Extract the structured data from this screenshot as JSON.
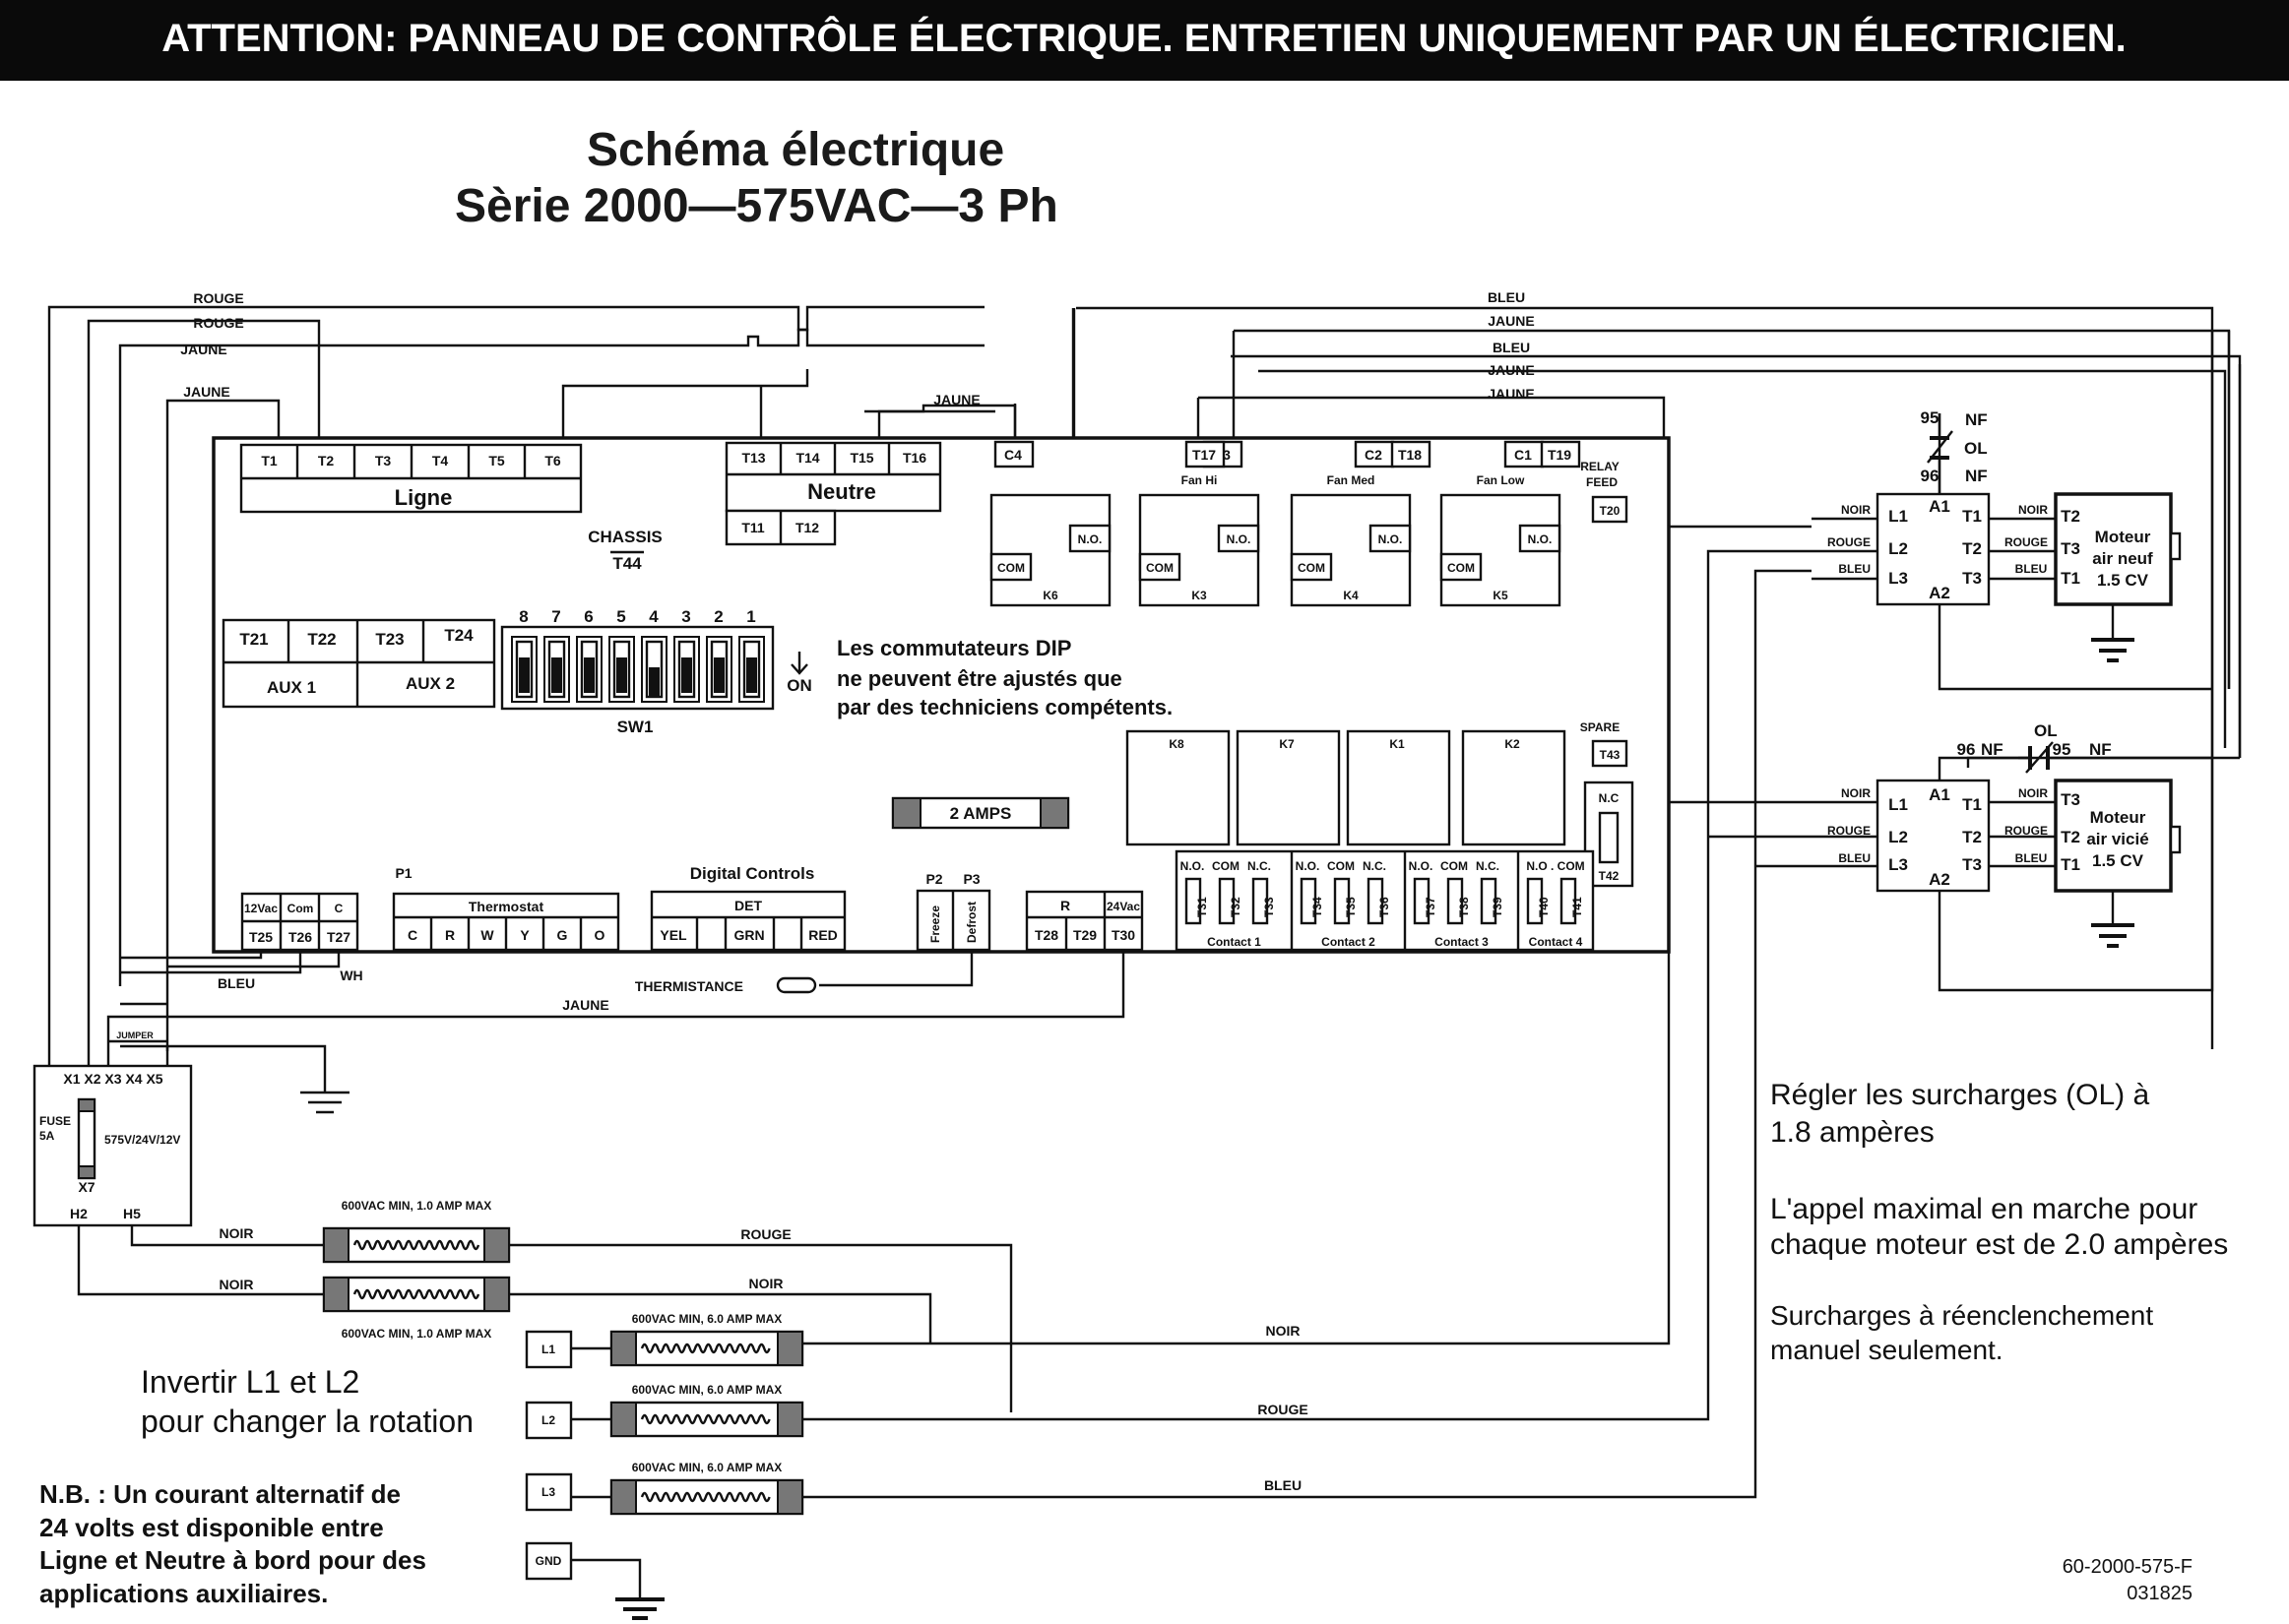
{
  "banner": "ATTENTION: PANNEAU DE CONTRÔLE ÉLECTRIQUE. ENTRETIEN UNIQUEMENT PAR UN ÉLECTRICIEN.",
  "title": {
    "line1": "Schéma électrique",
    "line2": "Sèrie 2000—575VAC—3 Ph"
  },
  "wire_colors": {
    "rouge": "ROUGE",
    "jaune": "JAUNE",
    "bleu": "BLEU",
    "noir": "NOIR",
    "wh": "WH"
  },
  "board": {
    "ligne": {
      "label": "Ligne",
      "terminals": [
        "T1",
        "T2",
        "T3",
        "T4",
        "T5",
        "T6"
      ]
    },
    "neutre": {
      "label": "Neutre",
      "top": [
        "T13",
        "T14",
        "T15",
        "T16"
      ],
      "bottom": [
        "T11",
        "T12"
      ]
    },
    "chassis": {
      "label": "CHASSIS",
      "terminal": "T44"
    },
    "aux": {
      "terminals": [
        "T21",
        "T22",
        "T23",
        "T24"
      ],
      "aux1": "AUX 1",
      "aux2": "AUX 2"
    },
    "dip": {
      "numbers": [
        "8",
        "7",
        "6",
        "5",
        "4",
        "3",
        "2",
        "1"
      ],
      "label": "SW1",
      "on": "ON",
      "on_positions": [
        true,
        true,
        true,
        true,
        false,
        true,
        true,
        true
      ]
    },
    "dip_note": [
      "Les commutateurs DIP",
      "ne peuvent être ajustés que",
      "par des techniciens compétents."
    ],
    "relays_top": [
      {
        "c": "C4",
        "k": "K6"
      },
      {
        "c": "C3",
        "t": "T17",
        "sub": "Fan Hi",
        "k": "K3"
      },
      {
        "c": "C2",
        "t": "T18",
        "sub": "Fan Med",
        "k": "K4"
      },
      {
        "c": "C1",
        "t": "T19",
        "sub": "Fan Low",
        "k": "K5"
      }
    ],
    "relay_no": "N.O.",
    "relay_com": "COM",
    "relay_feed": {
      "label1": "RELAY",
      "label2": "FEED",
      "terminal": "T20"
    },
    "spare": {
      "label": "SPARE",
      "terminal": "T43"
    },
    "nc": {
      "label": "N.C",
      "terminal": "T42"
    },
    "big_relays": [
      "K8",
      "K7",
      "K1",
      "K2"
    ],
    "fuse": "2 AMPS",
    "p1": "P1",
    "power_term": {
      "labels": [
        "12Vac",
        "Com",
        "C"
      ],
      "terminals": [
        "T25",
        "T26",
        "T27"
      ]
    },
    "thermostat": {
      "label": "Thermostat",
      "pins": [
        "C",
        "R",
        "W",
        "Y",
        "G",
        "O"
      ]
    },
    "digital": {
      "label": "Digital Controls",
      "det": "DET",
      "pins": [
        "YEL",
        "GRN",
        "RED"
      ]
    },
    "p2": {
      "label": "P2",
      "pin": "Freeze"
    },
    "p3": {
      "label": "P3",
      "pin": "Defrost"
    },
    "r_group": {
      "labels": [
        "R",
        "24Vac"
      ],
      "terminals": [
        "T28",
        "T29",
        "T30"
      ]
    },
    "contacts": [
      {
        "terms": [
          "T31",
          "T32",
          "T33"
        ],
        "label": "Contact 1"
      },
      {
        "terms": [
          "T34",
          "T35",
          "T36"
        ],
        "label": "Contact 2"
      },
      {
        "terms": [
          "T37",
          "T38",
          "T39"
        ],
        "label": "Contact 3"
      },
      {
        "terms": [
          "T40",
          "T41"
        ],
        "label": "Contact 4"
      }
    ],
    "contact_heads": [
      "N.O.",
      "COM",
      "N.C."
    ],
    "contact4_head": "N.O . COM"
  },
  "thermistance": "THERMISTANCE",
  "transformer": {
    "terminals": "X1 X2 X3 X4 X5",
    "jumper": "JUMPER",
    "fuse": [
      "FUSE",
      "5A"
    ],
    "voltage": "575V/24V/12V",
    "x7": "X7",
    "h2": "H2",
    "h5": "H5"
  },
  "fuses": {
    "small": "600VAC MIN, 1.0 AMP MAX",
    "large": "600VAC MIN, 6.0 AMP MAX"
  },
  "lines": [
    "L1",
    "L2",
    "L3",
    "GND"
  ],
  "motors": [
    {
      "name": [
        "Moteur",
        "air neuf",
        "1.5 CV"
      ],
      "nf_top": "95",
      "nf_bot": "96",
      "nf": "NF",
      "ol": "OL"
    },
    {
      "name": [
        "Moteur",
        "air vicié",
        "1.5 CV"
      ],
      "nf_left": "96",
      "nf_right": "95",
      "nf": "NF",
      "ol": "OL"
    }
  ],
  "contactor": {
    "l": [
      "L1",
      "L2",
      "L3"
    ],
    "t": [
      "T1",
      "T2",
      "T3"
    ],
    "a1": "A1",
    "a2": "A2",
    "motor_t_top": [
      "T2",
      "T3",
      "T1"
    ],
    "motor_t_bot": [
      "T3",
      "T2",
      "T1"
    ]
  },
  "notes": {
    "ol": [
      "Régler les surcharges (OL) à",
      "1.8 ampères"
    ],
    "max": [
      "L'appel maximal en marche pour",
      "chaque moteur est de 2.0 ampères"
    ],
    "reset": [
      "Surcharges à réenclenchement",
      "manuel seulement."
    ],
    "invert": [
      "Invertir L1 et L2",
      "pour changer la rotation"
    ],
    "nb": [
      "N.B. : Un courant alternatif de",
      "24 volts est disponible entre",
      "Ligne et Neutre à bord pour des",
      "applications auxiliaires."
    ]
  },
  "doc_id": {
    "code": "60-2000-575-F",
    "date": "031825"
  }
}
